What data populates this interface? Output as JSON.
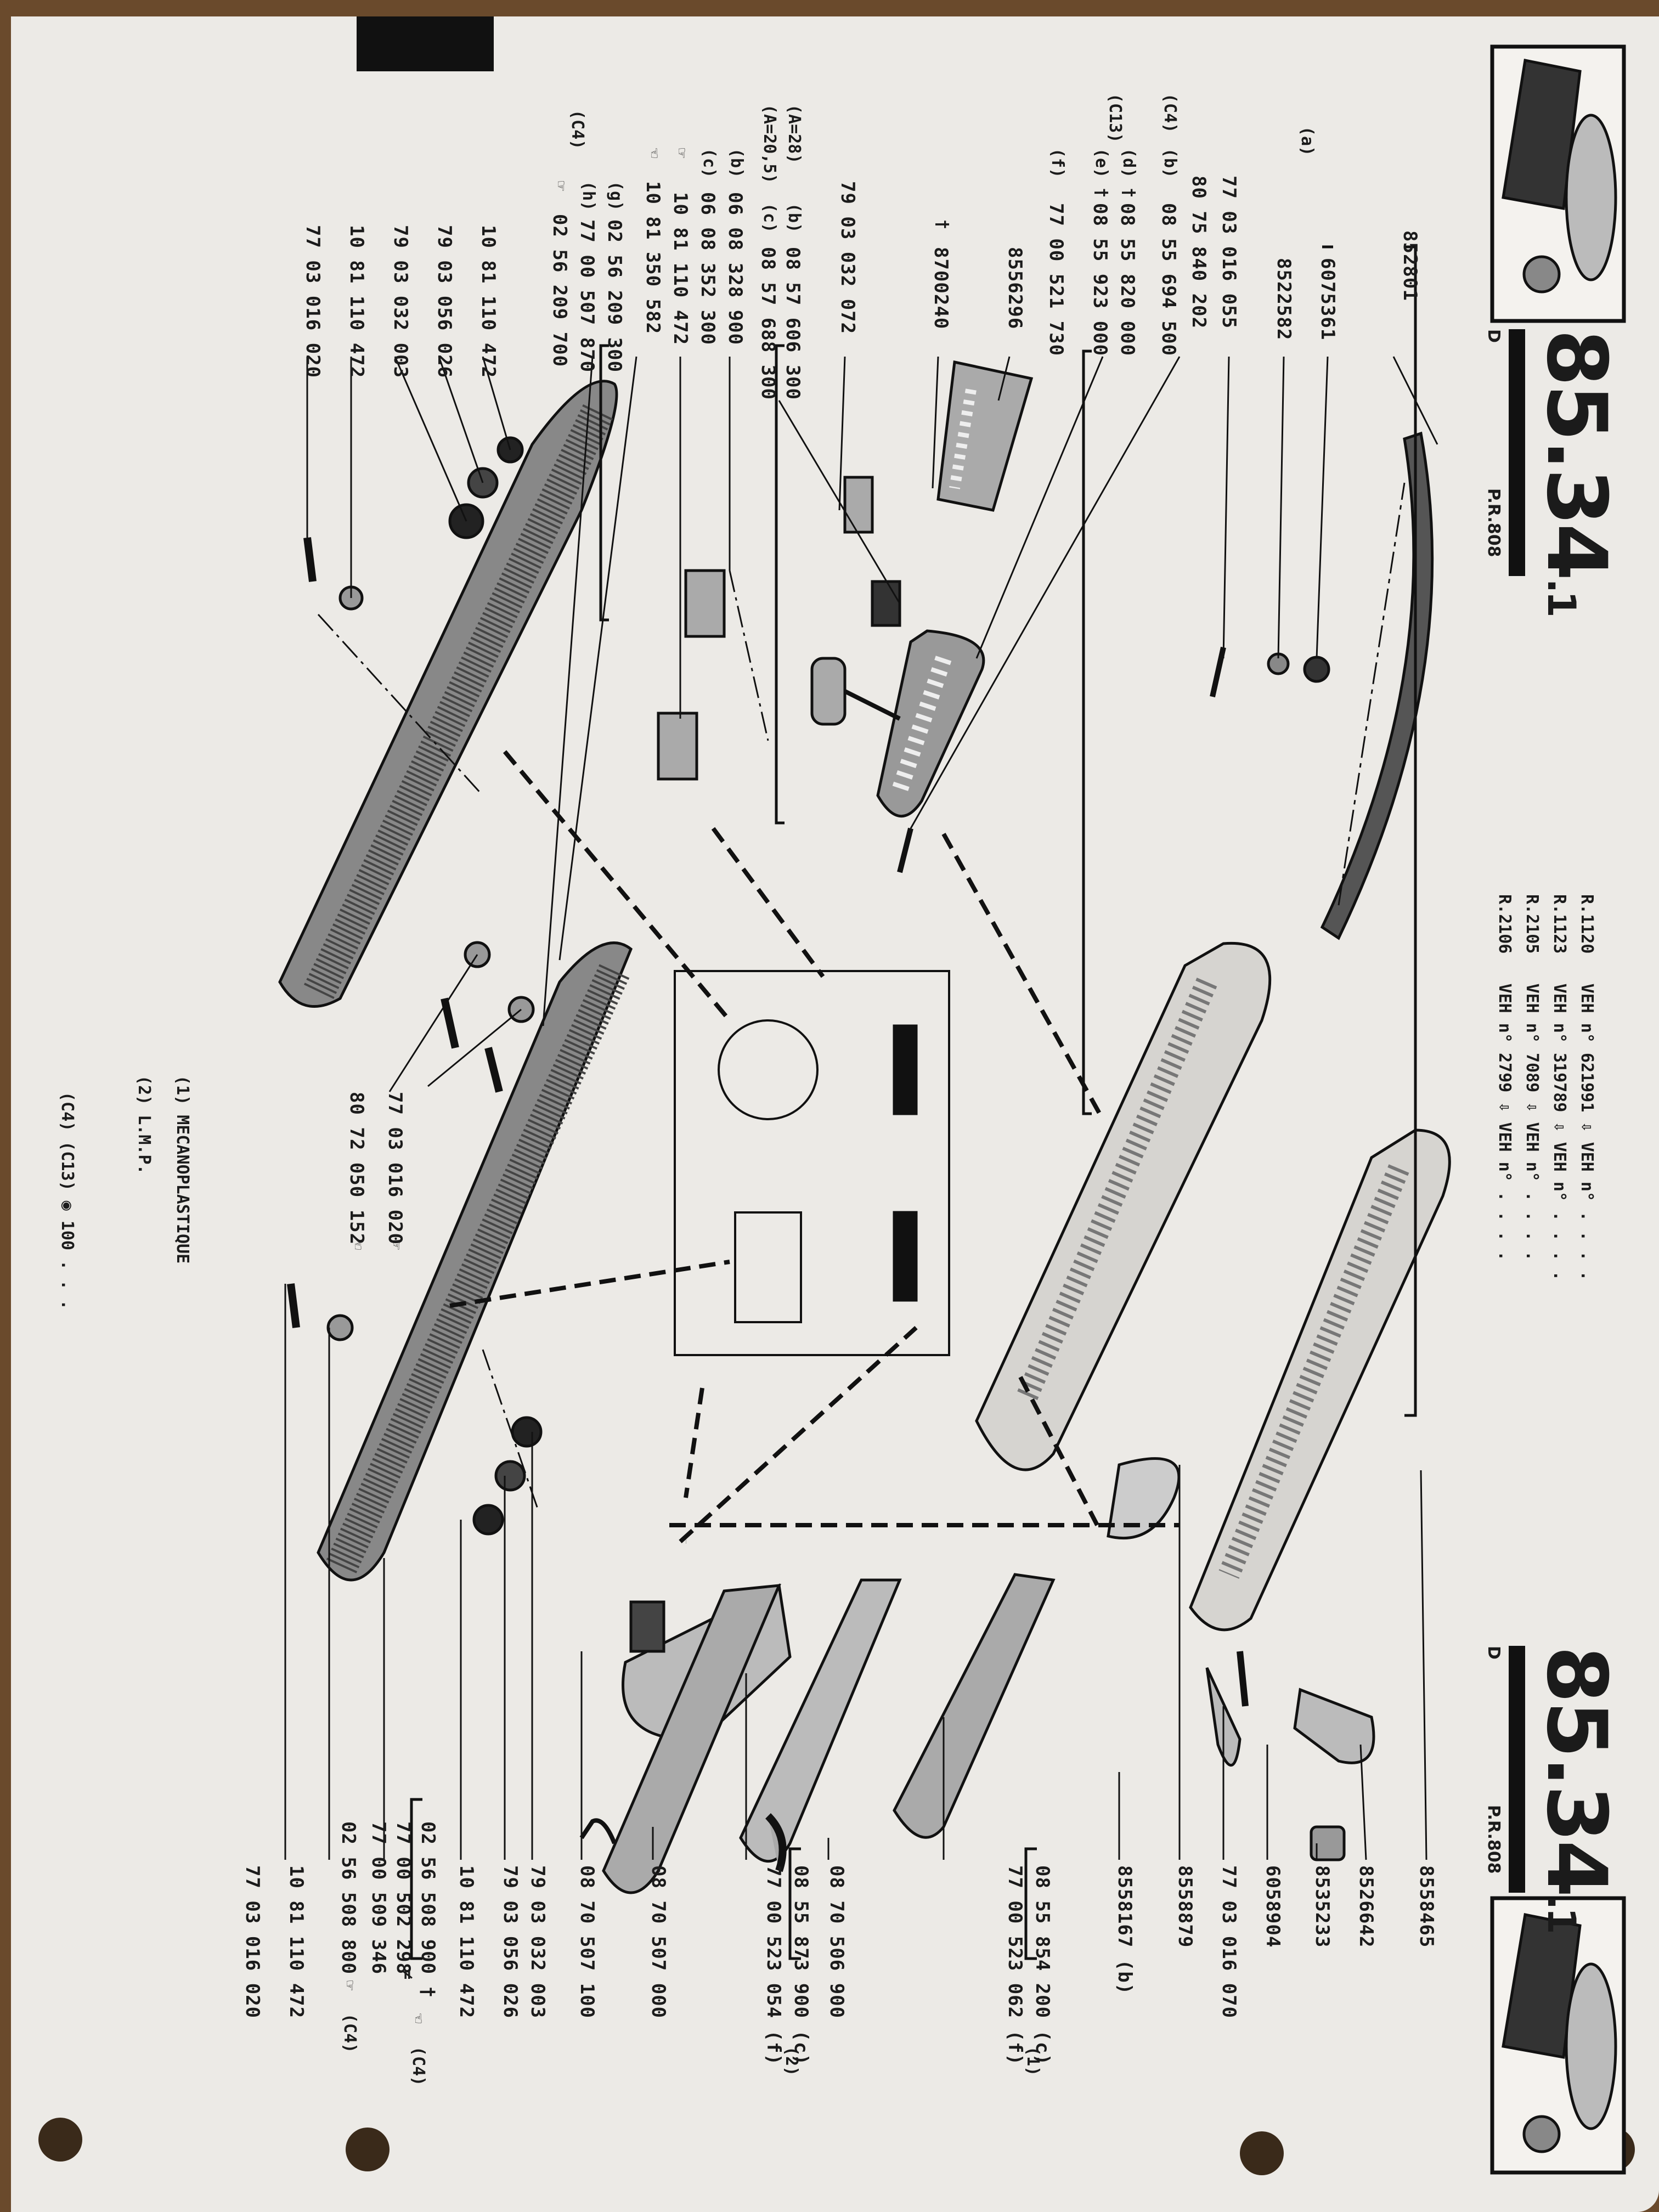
{
  "header_left": {
    "page_number": "85.34",
    "page_suffix": ".1",
    "side": "D",
    "ref": "P.R.808"
  },
  "header_right": {
    "page_number": "85.34",
    "page_suffix": ".1",
    "side": "D",
    "ref": "P.R.808"
  },
  "applicability": [
    {
      "model": "R.1120",
      "veh": "VEH n° 621991",
      "veh2": "VEH n° . . . ."
    },
    {
      "model": "R.1123",
      "veh": "VEH n° 319789",
      "veh2": "VEH n° . . . ."
    },
    {
      "model": "R.2105",
      "veh": "VEH n°   7089",
      "veh2": "VEH n° . . . ."
    },
    {
      "model": "R.2106",
      "veh": "VEH n°   2799",
      "veh2": "VEH n° . . . ."
    }
  ],
  "top_parts": {
    "p1": "852801",
    "p2": "6075361",
    "p3": "8522582",
    "p4": "77 03 016 055",
    "p5": "80 75 840 202",
    "p6": "08 55 694 500",
    "p7": "08 55 820 000",
    "p8": "08 55 923 000",
    "p9": "77 00 521 730",
    "p10": "8556296",
    "p11": "8700240",
    "p12": "79 03 032 072",
    "p13": "08 57 606 300",
    "p14": "08 57 688 300",
    "p15": "06 08 328 900",
    "p16": "06 08 352 300",
    "p17": "10 81 110 472",
    "p18": "10 81 350 582",
    "p19": "02 56 209 300",
    "p20": "77 00 507 870",
    "p21": "02 56 209 700",
    "p22": "10 81 110 472",
    "p23": "79 03 056 026",
    "p24": "79 03 032 003",
    "p25": "10 81 110 472",
    "p26": "77 03 016 020"
  },
  "top_codes": {
    "a": "(a)",
    "c4a": "(C4)",
    "b": "(b)",
    "c13": "(C13)",
    "d": "(d) †",
    "e": "(e) †",
    "f": "(f)",
    "dagger": "†",
    "a28": "(A=28)",
    "a20": "(A=20,5)",
    "bb": "(b)",
    "cc": "(c)",
    "b2": "(b)",
    "c2": "(c)",
    "g": "(g)",
    "c4b": "(C4)",
    "h": "(h)"
  },
  "mid_parts": {
    "m1": "77 03 016 020",
    "m2": "80 72 050 152"
  },
  "legend": {
    "l1": "(1) MECANOPLASTIQUE",
    "l2": "(2) L.M.P.",
    "footer": "(C4) (C13) ◉ 100 . . ."
  },
  "bottom_parts": {
    "q1": "8558465",
    "q2": "8526642",
    "q3": "8535233",
    "q4": "6058904",
    "q5": "77 03 016 070",
    "q6": "8558879",
    "q7": "8558167 (b)",
    "q8": "08 55 854 200 (c)",
    "q9": "77 00 523 062 (f)",
    "q10": "08 70 506 900",
    "q11": "08 55 873 900 (c)",
    "q12": "77 00 523 054 (f)",
    "q13": "08 70 507 000",
    "q14": "08 70 507 100",
    "q15": "79 03 032 003",
    "q16": "79 03 056 026",
    "q17": "10 81 110 472",
    "q18": "02 56 508 900 †",
    "q19": "77 00 502 298",
    "q20": "77 00 509 346",
    "q21": "02 56 508 800",
    "q22": "10 81 110 472",
    "q23": "77 03 016 020"
  },
  "bottom_codes": {
    "one": "(1)",
    "two": "(2)",
    "c4c": "(C4)",
    "c4d": "(C4)"
  }
}
